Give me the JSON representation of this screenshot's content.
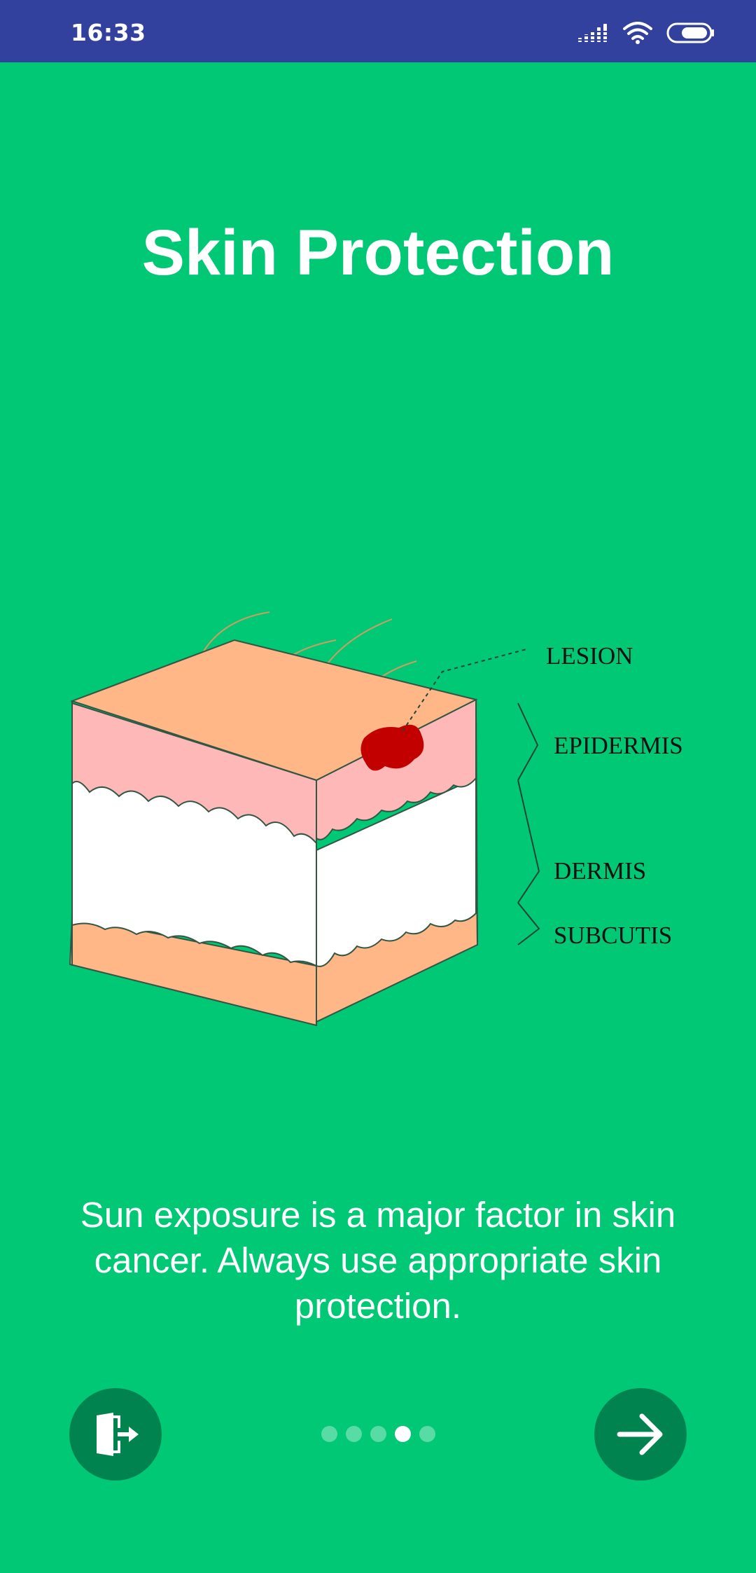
{
  "status_bar": {
    "time": "16:33",
    "icons": [
      "signal-icon",
      "wifi-icon",
      "battery-icon"
    ]
  },
  "onboarding": {
    "title": "Skin Protection",
    "illustration": {
      "labels": {
        "lesion": "LESION",
        "epidermis": "EPIDERMIS",
        "dermis": "DERMIS",
        "subcutis": "SUBCUTIS"
      }
    },
    "description": "Sun exposure is a major factor in skin cancer. Always use appropriate skin protection.",
    "page_indicator": {
      "total": 5,
      "current": 4
    },
    "skip_icon": "exit-door-icon",
    "next_icon": "arrow-right-icon"
  },
  "colors": {
    "background": "#00c875",
    "status_bar": "#32409e",
    "button": "#00834f",
    "lesion": "#c20000",
    "epidermis": "#ffb8b8",
    "skin_top": "#ffb787"
  }
}
